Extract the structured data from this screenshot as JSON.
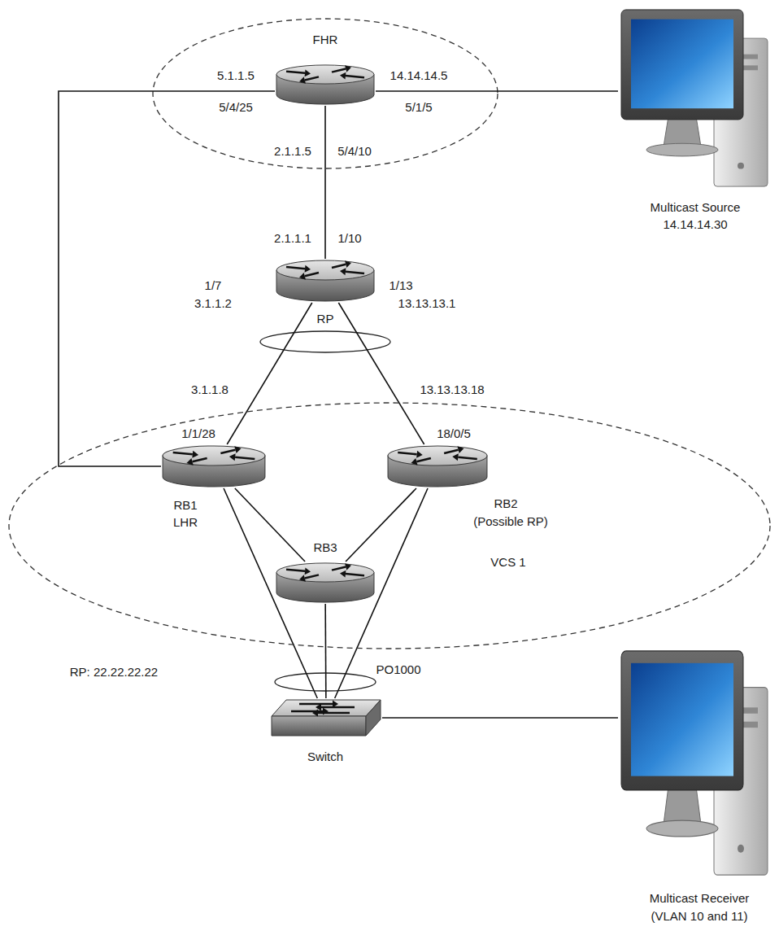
{
  "diagram": {
    "nodes": [
      {
        "text": [
          "FHR"
        ]
      },
      {
        "text": [
          "Multicast Source",
          "14.14.14.30"
        ]
      },
      {
        "text": [
          "RP"
        ]
      },
      {
        "text": [
          "VCS 1"
        ]
      },
      {
        "text": [
          "RB1",
          "LHR"
        ],
        "in": 3
      },
      {
        "text": [
          "RB2",
          "(Possible RP)"
        ],
        "in": 3
      },
      {
        "text": [
          "RB3"
        ],
        "in": 3
      },
      {
        "text": [
          "Switch"
        ]
      },
      {
        "text": [
          "Multicast Receiver",
          "(VLAN 10 and 11)"
        ]
      }
    ],
    "edges": [
      {
        "from": 0,
        "to": 1,
        "arrow": "none"
      },
      {
        "from": 0,
        "to": 2,
        "arrow": "none"
      },
      {
        "from": 0,
        "to": 4,
        "arrow": "none"
      },
      {
        "from": 2,
        "to": 4,
        "arrow": "none"
      },
      {
        "from": 2,
        "to": 5,
        "arrow": "none"
      },
      {
        "from": 4,
        "to": 6,
        "arrow": "none"
      },
      {
        "from": 5,
        "to": 6,
        "arrow": "none"
      },
      {
        "from": 4,
        "to": 7,
        "arrow": "none"
      },
      {
        "from": 6,
        "to": 7,
        "arrow": "none"
      },
      {
        "from": 5,
        "to": 7,
        "arrow": "none"
      },
      {
        "from": 7,
        "to": 8,
        "arrow": "none"
      }
    ],
    "labels": [
      "5.1.1.5",
      "5/4/25",
      "14.14.14.5",
      "5/1/5",
      "2.1.1.5",
      "5/4/10",
      "2.1.1.1",
      "1/10",
      "1/7",
      "3.1.1.2",
      "1/13",
      "13.13.13.1",
      "3.1.1.8",
      "13.13.13.18",
      "1/1/28",
      "18/0/5",
      "RP: 22.22.22.22",
      "PO1000"
    ]
  }
}
